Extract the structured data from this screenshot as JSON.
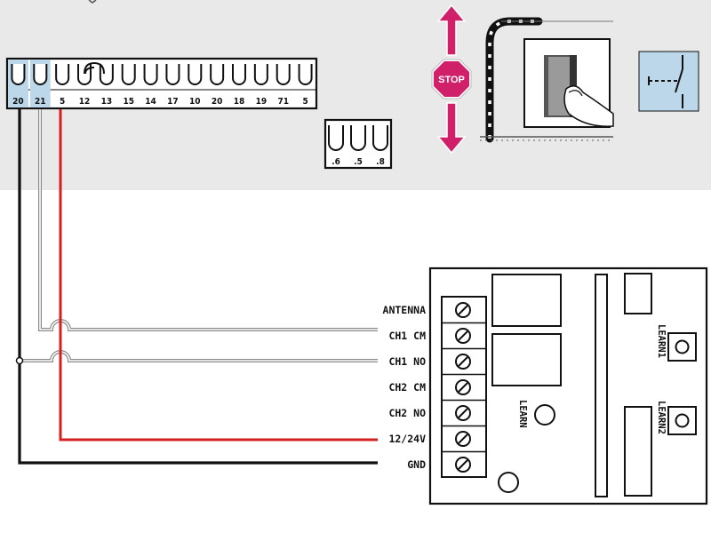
{
  "terminal_block": {
    "terminals": [
      "20",
      "21",
      "5",
      "12",
      "13",
      "15",
      "14",
      "17",
      "10",
      "20",
      "18",
      "19",
      "71",
      "5"
    ],
    "highlighted": [
      "20",
      "21"
    ],
    "highlight_color": "#bcd6ea"
  },
  "small_block": {
    "terminals": [
      ".6",
      ".5",
      ".8"
    ]
  },
  "stop_sign": {
    "label": "STOP",
    "color": "#d0206a"
  },
  "receiver": {
    "wire_labels": [
      "ANTENNA",
      "CH1 CM",
      "CH1 NO",
      "CH2 CM",
      "CH2 NO",
      "12/24V",
      "GND"
    ],
    "button_labels": {
      "learn": "LEARN",
      "learn1": "LEARN1",
      "learn2": "LEARN2"
    }
  },
  "colors": {
    "top_panel_bg": "#e9e9e9",
    "wire_power": "#d42020",
    "wire_ground": "#111111",
    "wire_signal": "#8a8a8a",
    "switch_box_bg": "#bcd6ea"
  }
}
